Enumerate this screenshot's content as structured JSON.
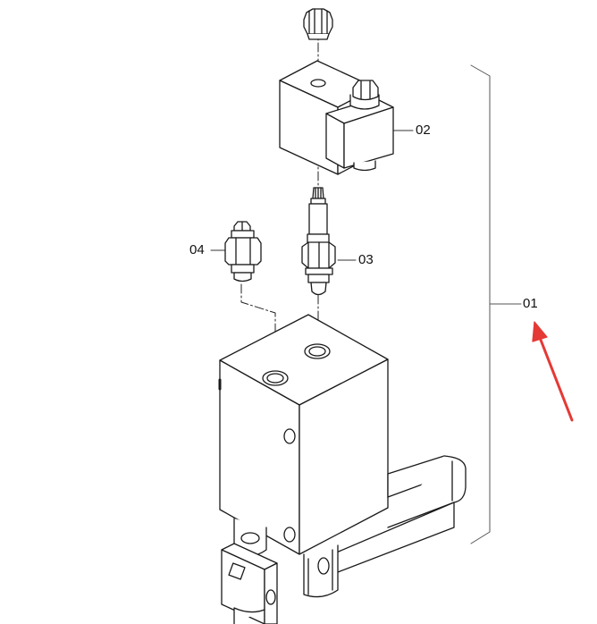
{
  "callouts": {
    "assembly": "01",
    "solenoid_coil": "02",
    "cartridge_valve": "03",
    "check_valve": "04"
  },
  "annotation": {
    "arrow_color": "#e53935"
  },
  "colors": {
    "line": "#1a1a1a",
    "fill": "#ffffff",
    "leader": "#555555"
  }
}
